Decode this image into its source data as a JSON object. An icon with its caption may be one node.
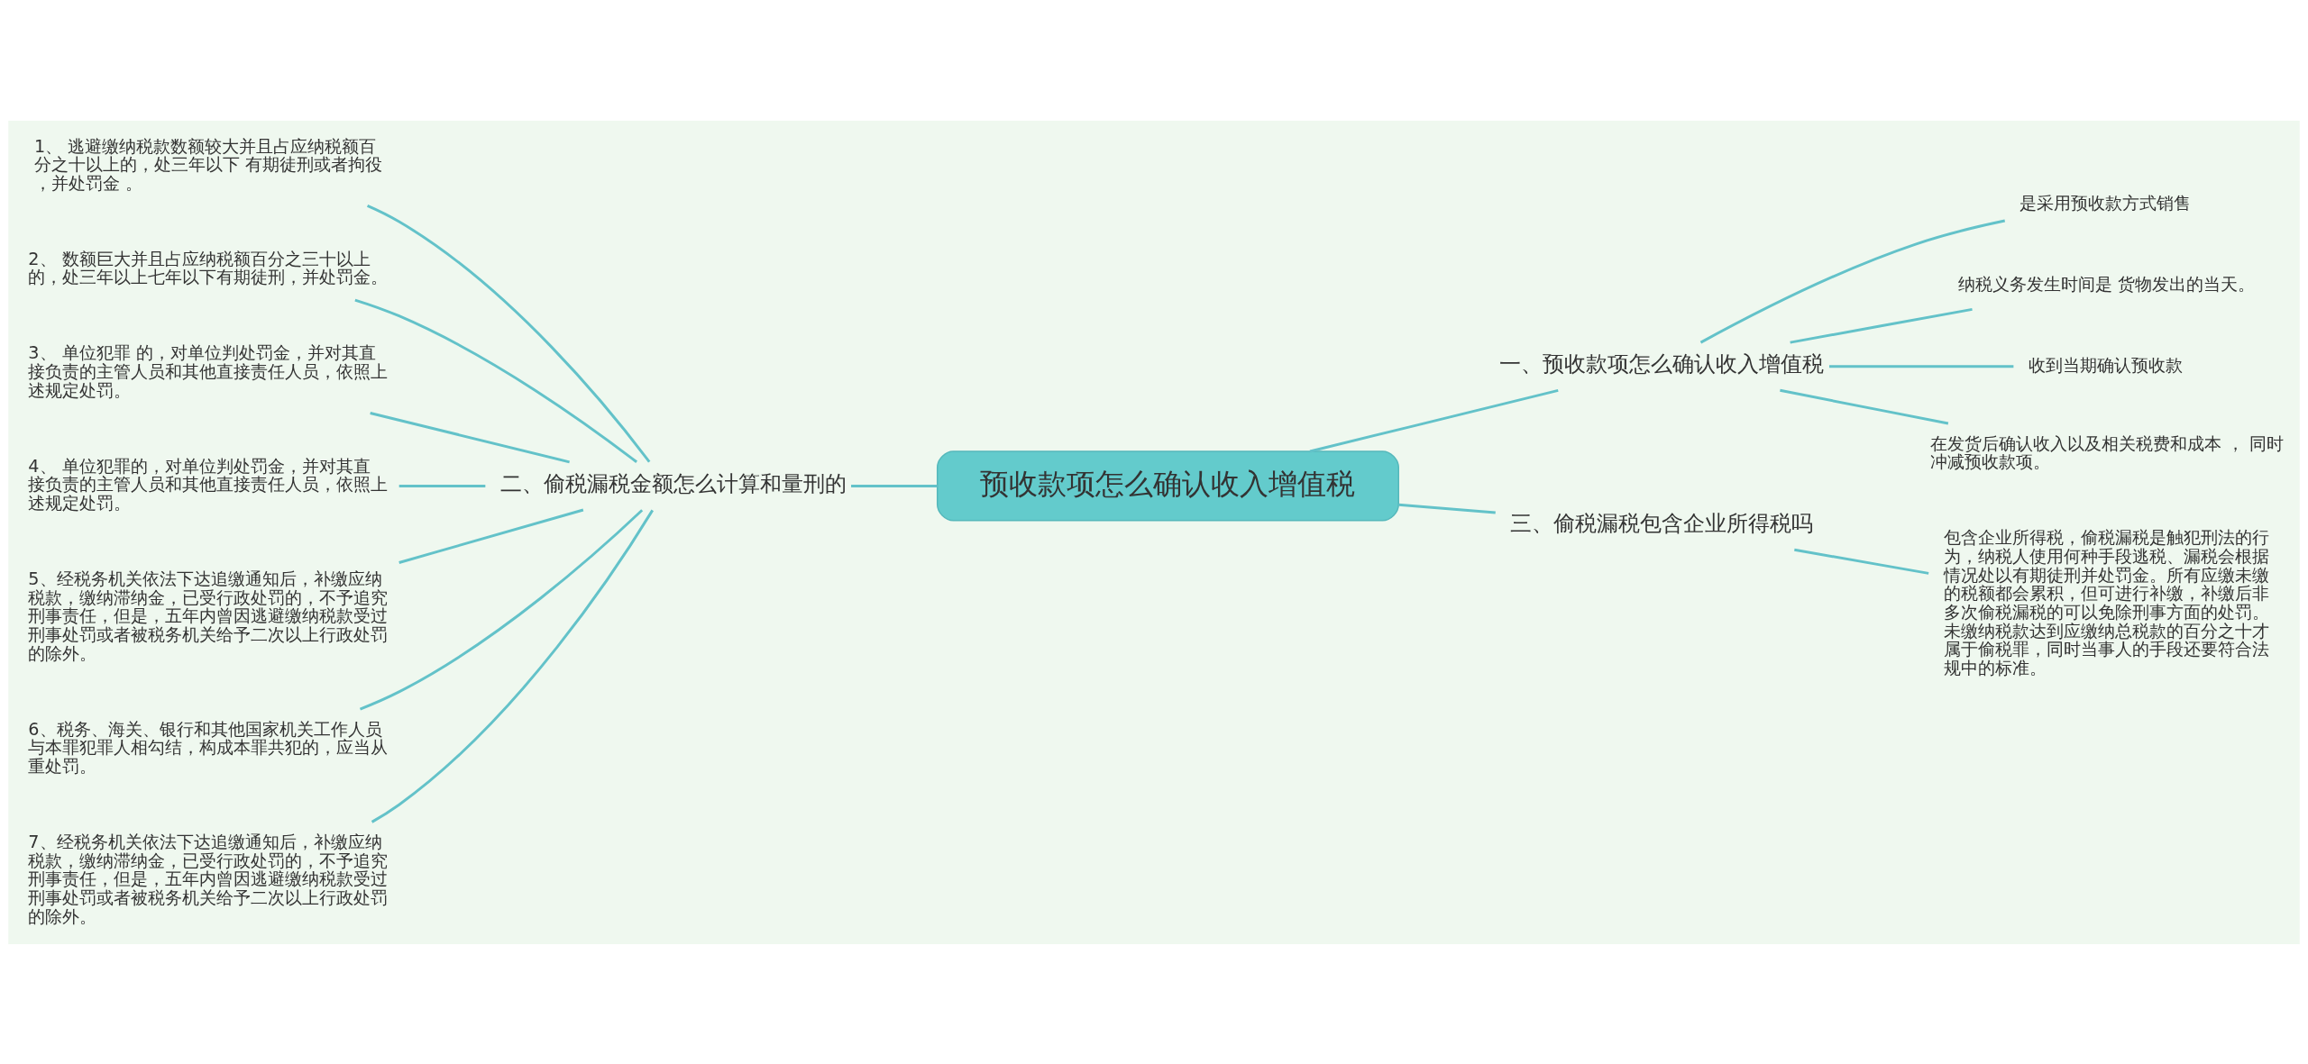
{
  "diagram": {
    "nodes": [
      {
        "text": [
          "预收款项怎么确认收入增值税"
        ]
      },
      {
        "text": [
          "一、预收款项怎么确认收入增值税"
        ]
      },
      {
        "text": [
          "是采用预收款方式销售"
        ]
      },
      {
        "text": [
          "纳税义务发生时间是 货物发出的当天。"
        ]
      },
      {
        "text": [
          "收到当期确认预收款"
        ]
      },
      {
        "text": [
          "在发货后确认收入以及相关税费和成本 ， 同时冲减预收款项。"
        ]
      },
      {
        "text": [
          "二、偷税漏税金额怎么计算和量刑的"
        ]
      },
      {
        "text": [
          "1、 逃避缴纳税款数额较大并且占应纳税额百分之十以上的，处三年以下 有期徒刑或者拘役，并处罚金 。"
        ]
      },
      {
        "text": [
          "2、 数额巨大并且占应纳税额百分之三十以上的，处三年以上七年以下有期徒刑，并处罚金。"
        ]
      },
      {
        "text": [
          "3、 单位犯罪 的，对单位判处罚金，并对其直接负责的主管人员和其他直接责任人员，依照上述规定处罚。"
        ]
      },
      {
        "text": [
          "4、 单位犯罪的，对单位判处罚金，并对其直接负责的主管人员和其他直接责任人员，依照上述规定处罚。"
        ]
      },
      {
        "text": [
          "5、经税务机关依法下达追缴通知后，补缴应纳税款，缴纳滞纳金，已受行政处罚的，不予追究刑事责任，但是，五年内曾因逃避缴纳税款受过刑事处罚或者被税务机关给予二次以上行政处罚的除外。"
        ]
      },
      {
        "text": [
          "6、税务、海关、银行和其他国家机关工作人员与本罪犯罪人相勾结，构成本罪共犯的，应当从重处罚。"
        ]
      },
      {
        "text": [
          "7、经税务机关依法下达追缴通知后，补缴应纳税款，缴纳滞纳金，已受行政处罚的，不予追究刑事责任，但是，五年内曾因逃避缴纳税款受过刑事处罚或者被税务机关给予二次以上行政处罚的除外。"
        ]
      },
      {
        "text": [
          "三、偷税漏税包含企业所得税吗"
        ]
      },
      {
        "text": [
          "包含企业所得税，偷税漏税是触犯刑法的行为，纳税人使用何种手段逃税、漏税会根据情况处以有期徒刑并处罚金。所有应缴未缴的税额都会累积，但可进行补缴，补缴后非多次偷税漏税的可以免除刑事方面的处罚。未缴纳税款达到应缴纳总税款的百分之十才属于偷税罪，同时当事人的手段还要符合法规中的标准。"
        ]
      }
    ],
    "edges": [
      {
        "from": 0,
        "to": 1,
        "arrow": "none"
      },
      {
        "from": 1,
        "to": 2,
        "arrow": "none"
      },
      {
        "from": 1,
        "to": 3,
        "arrow": "none"
      },
      {
        "from": 1,
        "to": 4,
        "arrow": "none"
      },
      {
        "from": 1,
        "to": 5,
        "arrow": "none"
      },
      {
        "from": 6,
        "to": 0,
        "arrow": "none"
      },
      {
        "from": 7,
        "to": 6,
        "arrow": "none"
      },
      {
        "from": 8,
        "to": 6,
        "arrow": "none"
      },
      {
        "from": 9,
        "to": 6,
        "arrow": "none"
      },
      {
        "from": 10,
        "to": 6,
        "arrow": "none"
      },
      {
        "from": 11,
        "to": 6,
        "arrow": "none"
      },
      {
        "from": 12,
        "to": 6,
        "arrow": "none"
      },
      {
        "from": 13,
        "to": 6,
        "arrow": "none"
      },
      {
        "from": 0,
        "to": 14,
        "arrow": "none"
      },
      {
        "from": 14,
        "to": 15,
        "arrow": "none"
      }
    ]
  }
}
